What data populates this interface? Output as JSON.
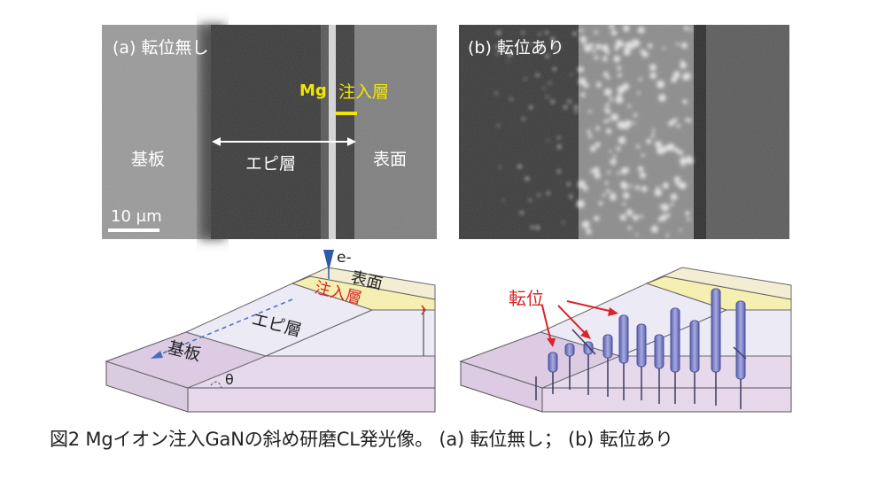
{
  "panel_a": {
    "label": "(a) 転位無し",
    "mg_label": "Mg",
    "injection_label": "注入層",
    "substrate_label": "基板",
    "epi_label": "エピ層",
    "surface_label": "表面",
    "scale_label": "10 μm"
  },
  "panel_b": {
    "label": "(b) 転位あり"
  },
  "diagram_a": {
    "beam_label": "e-",
    "surface_label": "表面",
    "injection_label": "注入層",
    "epi_label": "エピ層",
    "substrate_label": "基板",
    "angle_label": "θ"
  },
  "diagram_b": {
    "dislocation_label": "転位"
  },
  "caption": "図2 Mgイオン注入GaNの斜め研磨CL発光像。 (a) 転位無し； (b) 転位あり",
  "colors": {
    "accent_yellow": "#f2e600",
    "accent_red": "#d9242a",
    "substrate_fill": "#e6d8ea",
    "epi_fill": "#eae8f3",
    "injection_fill": "#f6efb2",
    "beam_blue": "#2f5aa8",
    "dislocation_fill": "#7a7fc4"
  }
}
